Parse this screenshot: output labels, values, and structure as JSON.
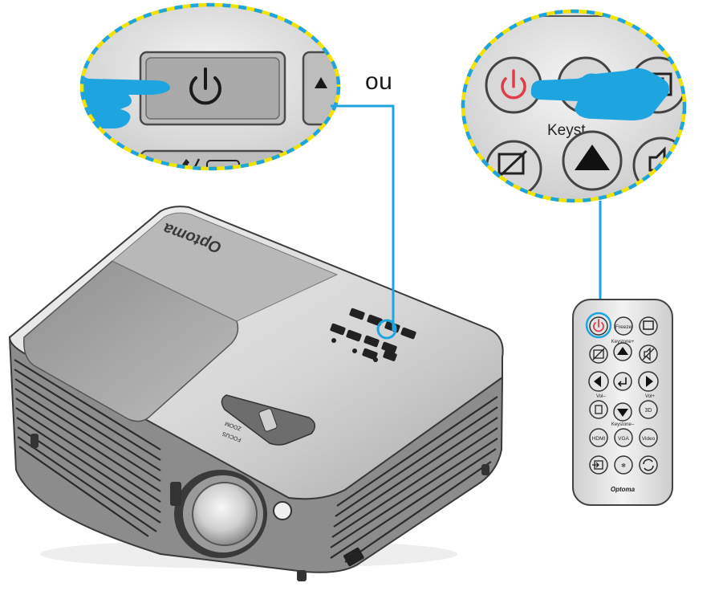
{
  "labels": {
    "or_text": "ou",
    "keystone_zoom": "Keyst",
    "projector_brand": "Optoma"
  },
  "remote": {
    "brand": "Optoma",
    "buttons": {
      "freeze": "Freeze",
      "three_d": "3D",
      "hdmi": "HDMI",
      "vga": "VGA",
      "video": "Video"
    },
    "captions": {
      "keystone_plus": "Keystone+",
      "keystone_minus": "Keystone–",
      "vol_minus": "Vol–",
      "vol_plus": "Vol+"
    }
  },
  "colors": {
    "callout_border_yellow": "#f2e200",
    "callout_border_blue": "#1ea5e0",
    "hand_blue": "#1ea5e0",
    "power_red": "#e03c4a",
    "leader_line": "#1ea5e0"
  },
  "icons": [
    "power-icon",
    "hand-pointer-icon",
    "mute-icon",
    "arrow-up-icon",
    "arrow-down-icon",
    "arrow-left-icon",
    "arrow-right-icon",
    "enter-icon",
    "source-icon",
    "resync-icon"
  ]
}
